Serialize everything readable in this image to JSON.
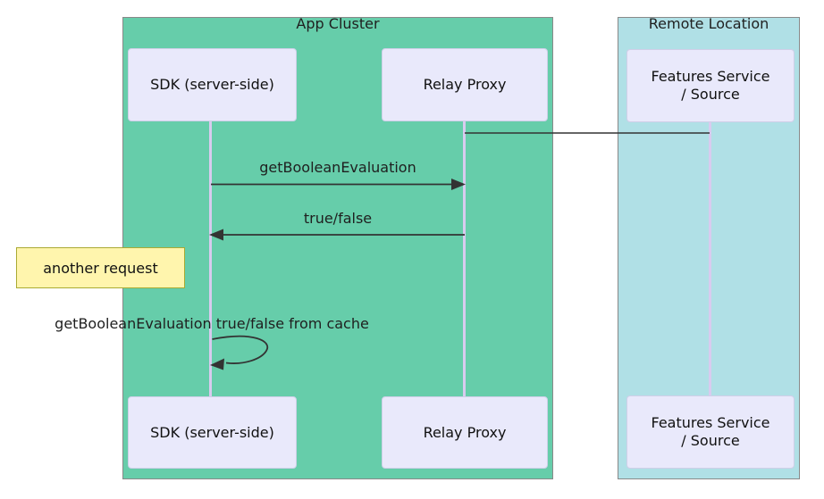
{
  "diagram_type": "sequence",
  "clusters": {
    "app": {
      "label": "App Cluster",
      "fill": "#66CDAA"
    },
    "remote": {
      "label": "Remote Location",
      "fill": "#B0E0E6"
    }
  },
  "actors": {
    "sdk": "SDK (server-side)",
    "relay": "Relay Proxy",
    "features": [
      "Features Service",
      "/ Source"
    ]
  },
  "messages": {
    "request": "getBooleanEvaluation",
    "response": "true/false",
    "self_cache": "getBooleanEvaluation true/false from cache"
  },
  "note": {
    "label": "another request"
  },
  "colors": {
    "app_cluster_fill": "#66CDAA",
    "remote_cluster_fill": "#B0E0E6",
    "cluster_border": "#898989",
    "actor_fill": "#E9E9FB",
    "actor_border": "#CFCFE8",
    "lifeline": "#D8CBEF",
    "arrow": "#333333",
    "note_fill": "#FFF5AD",
    "note_border": "#AAAA33",
    "text": "#1F1F1F"
  }
}
